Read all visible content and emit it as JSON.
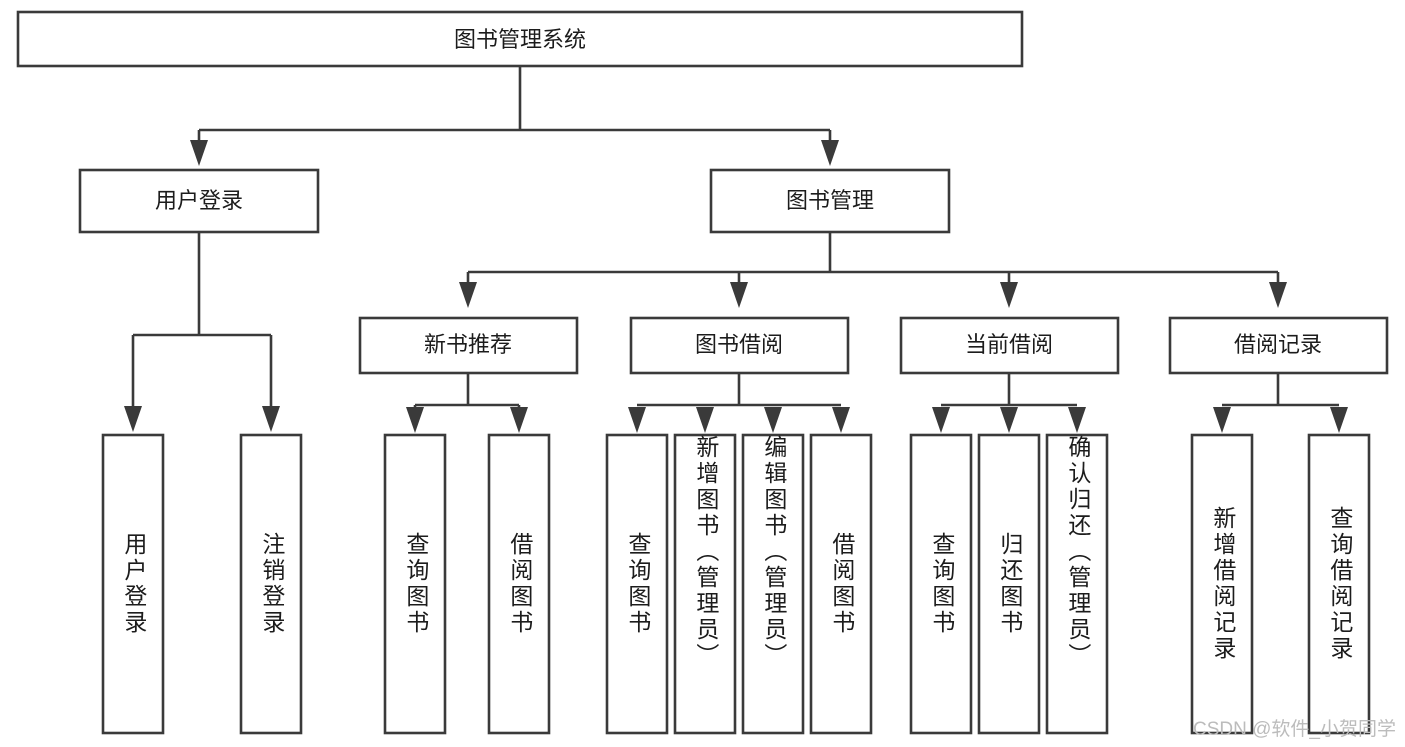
{
  "diagram": {
    "title_box": {
      "label": "图书管理系统"
    },
    "level2": [
      {
        "id": "user-login",
        "label": "用户登录"
      },
      {
        "id": "book-manage",
        "label": "图书管理"
      }
    ],
    "level3": [
      {
        "id": "new-book-recommend",
        "label": "新书推荐"
      },
      {
        "id": "book-borrow",
        "label": "图书借阅"
      },
      {
        "id": "current-borrow",
        "label": "当前借阅"
      },
      {
        "id": "borrow-record",
        "label": "借阅记录"
      }
    ],
    "leaves": {
      "user_login": [
        {
          "id": "leaf-user-login",
          "label": "用户登录"
        },
        {
          "id": "leaf-logout-login",
          "label": "注销登录"
        }
      ],
      "new_book_recommend": [
        {
          "id": "leaf-query-book-1",
          "label": "查询图书"
        },
        {
          "id": "leaf-borrow-book-1",
          "label": "借阅图书"
        }
      ],
      "book_borrow": [
        {
          "id": "leaf-query-book-2",
          "label": "查询图书"
        },
        {
          "id": "leaf-add-book-admin",
          "label": "新增图书（管理员）"
        },
        {
          "id": "leaf-edit-book-admin",
          "label": "编辑图书（管理员）"
        },
        {
          "id": "leaf-borrow-book-2",
          "label": "借阅图书"
        }
      ],
      "current_borrow": [
        {
          "id": "leaf-query-book-3",
          "label": "查询图书"
        },
        {
          "id": "leaf-return-book",
          "label": "归还图书"
        },
        {
          "id": "leaf-confirm-return-admin",
          "label": "确认归还（管理员）"
        }
      ],
      "borrow_record": [
        {
          "id": "leaf-add-borrow-record",
          "label": "新增借阅记录"
        },
        {
          "id": "leaf-query-borrow-record",
          "label": "查询借阅记录"
        }
      ]
    },
    "watermark": {
      "label": "CSDN @软件_小贺同学"
    },
    "colors": {
      "stroke": "#3a3a3a",
      "box_fill": "#ffffff",
      "text": "#1c1c1c",
      "watermark": "#bcbcbc",
      "background": "#ffffff"
    }
  }
}
